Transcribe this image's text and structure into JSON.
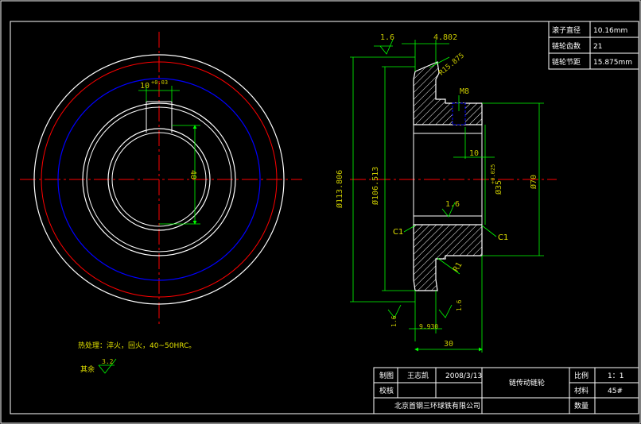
{
  "param_table": [
    {
      "label": "滚子直径",
      "value": "10.16mm"
    },
    {
      "label": "链轮齿数",
      "value": "21"
    },
    {
      "label": "链轮节距",
      "value": "15.875mm"
    }
  ],
  "notes": {
    "heat_label": "热处理：淬火，回火，40~50HRC。",
    "other_label": "其余",
    "other_rough": "3.2"
  },
  "dims": {
    "left_keyway_width": "10",
    "left_keyway_tol": "+0.03",
    "left_keyway_depth": "40",
    "top_rough": "1.6",
    "top_width": "4.802",
    "top_chamfer": "R15.875",
    "hub_thread": "M8",
    "dia_outer": "Ø113.806",
    "dia_pitch": "Ø106.513",
    "hub_len": "10",
    "bore_dia": "Ø35",
    "bore_tol": "+0.025",
    "hub_dia": "Ø70",
    "bore_rough": "1.6",
    "chamfer_left": "C1",
    "chamfer_right": "C1",
    "fillet": "R1",
    "bottom_rough_left": "1.6",
    "bottom_tooth_width": "9.930",
    "bottom_rough_right": "1.6",
    "total_len": "30"
  },
  "title_block": {
    "drawn_label": "制图",
    "drawn_name": "王志凯",
    "drawn_date": "2008/3/13",
    "part_name": "链传动链轮",
    "check_label": "校核",
    "scale_label": "比例",
    "scale_value": "1：1",
    "material_label": "材料",
    "material_value": "45#",
    "company": "北京首钢三环球铁有限公司",
    "qty_label": "数量"
  },
  "colors": {
    "outline": "#ffffff",
    "center": "#ff0000",
    "pitch": "#0000ff",
    "dim": "#00ff00",
    "text": "#ffff00",
    "hatch": "#ffffff",
    "hole": "#0000ff"
  }
}
